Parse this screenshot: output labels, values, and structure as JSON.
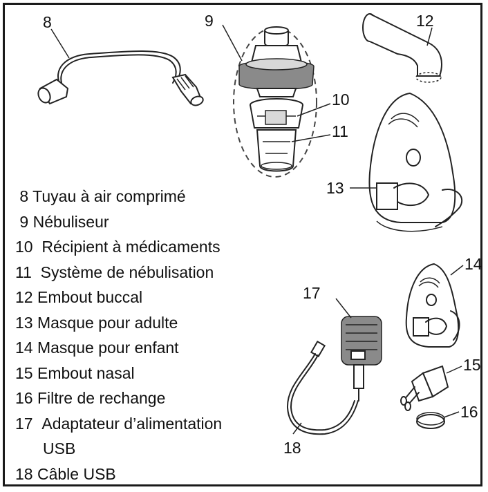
{
  "callouts": {
    "c8": "8",
    "c9": "9",
    "c10": "10",
    "c11": "11",
    "c12": "12",
    "c13": "13",
    "c14": "14",
    "c15": "15",
    "c16": "16",
    "c17": "17",
    "c18": "18"
  },
  "legend": [
    {
      "num": "8",
      "text": "Tuyau à air comprimé"
    },
    {
      "num": "9",
      "text": "Nébuliseur"
    },
    {
      "num": "10",
      "text": "Récipient à médicaments"
    },
    {
      "num": "11",
      "text": "Système de nébulisation"
    },
    {
      "num": "12",
      "text": "Embout buccal"
    },
    {
      "num": "13",
      "text": "Masque pour adulte"
    },
    {
      "num": "14",
      "text": "Masque pour enfant"
    },
    {
      "num": "15",
      "text": "Embout nasal"
    },
    {
      "num": "16",
      "text": "Filtre de rechange"
    },
    {
      "num": "17",
      "text": "Adaptateur d’alimentation",
      "continuation": "USB"
    },
    {
      "num": "18",
      "text": "Câble USB"
    }
  ]
}
